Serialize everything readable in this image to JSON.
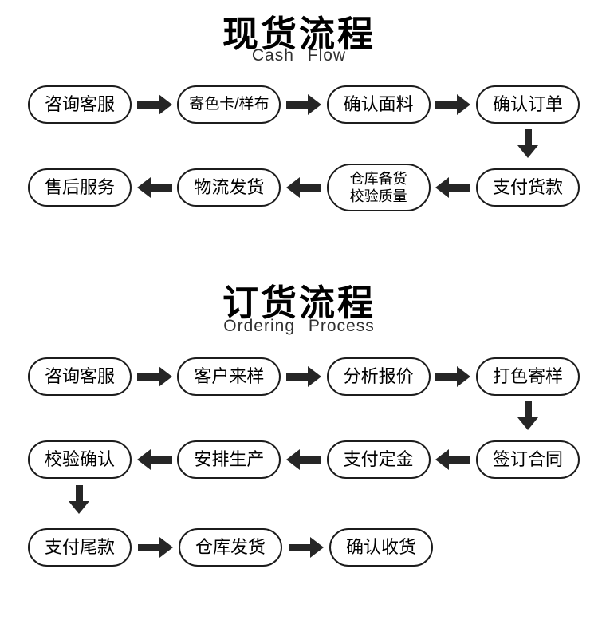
{
  "meta": {
    "background_color": "#ffffff",
    "node_border_color": "#1c1c1c",
    "node_fill_color": "#ffffff",
    "arrow_color": "#262626",
    "text_color": "#000000"
  },
  "cash_flow": {
    "title": "现货流程",
    "subtitle": "Cash Flow",
    "row1": {
      "n1": "咨询客服",
      "n2": "寄色卡/样布",
      "n3": "确认面料",
      "n4": "确认订单"
    },
    "row2": {
      "n1": "售后服务",
      "n2": "物流发货",
      "n3_line1": "仓库备货",
      "n3_line2": "校验质量",
      "n4": "支付货款"
    }
  },
  "ordering_process": {
    "title": "订货流程",
    "subtitle": "Ordering Process",
    "row1": {
      "n1": "咨询客服",
      "n2": "客户来样",
      "n3": "分析报价",
      "n4": "打色寄样"
    },
    "row2": {
      "n1": "校验确认",
      "n2": "安排生产",
      "n3": "支付定金",
      "n4": "签订合同"
    },
    "row3": {
      "n1": "支付尾款",
      "n2": "仓库发货",
      "n3": "确认收货"
    }
  }
}
